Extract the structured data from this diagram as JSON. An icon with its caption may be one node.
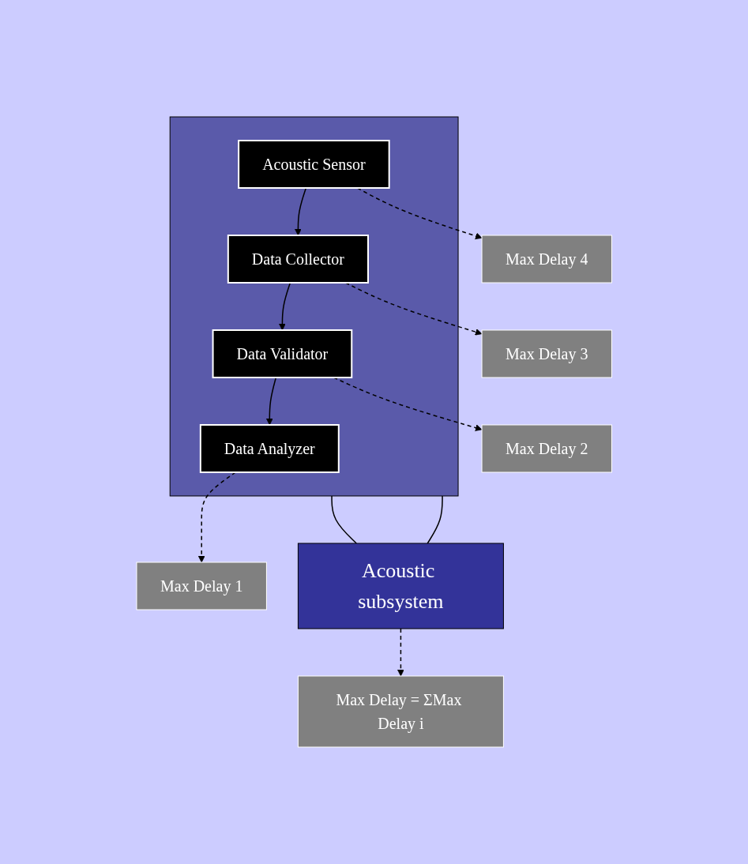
{
  "diagram": {
    "nodes": [
      {
        "text": [],
        "shape": "box"
      },
      {
        "text": [
          "Data Analyzer"
        ],
        "in": 0
      },
      {
        "text": [
          "Acoustic Sensor"
        ],
        "in": 0
      },
      {
        "text": [
          "Data Validator"
        ],
        "in": 0
      },
      {
        "text": [
          "Data Collector"
        ],
        "in": 0
      },
      {
        "text": [
          "Max Delay 1"
        ]
      },
      {
        "text": [
          "Max Delay 2"
        ]
      },
      {
        "text": [
          "Max Delay 3"
        ]
      },
      {
        "text": [
          "Max Delay 4"
        ]
      },
      {
        "text": [
          "Acoustic subsystem"
        ]
      },
      {
        "text": [
          "Max Delay = ΣMax Delay i"
        ]
      }
    ],
    "edges": [
      {
        "from": 2,
        "to": 4,
        "arrow": "to"
      },
      {
        "from": 4,
        "to": 3,
        "arrow": "to"
      },
      {
        "from": 3,
        "to": 1,
        "arrow": "to"
      },
      {
        "from": 1,
        "to": 5,
        "arrow": "to",
        "style": "dashed"
      },
      {
        "from": 3,
        "to": 6,
        "arrow": "to",
        "style": "dashed"
      },
      {
        "from": 4,
        "to": 7,
        "arrow": "to",
        "style": "dashed"
      },
      {
        "from": 2,
        "to": 8,
        "arrow": "to",
        "style": "dashed"
      },
      {
        "from": 0,
        "to": 9,
        "arrow": "none"
      },
      {
        "from": 0,
        "to": 9,
        "arrow": "none"
      },
      {
        "from": 9,
        "to": 10,
        "arrow": "to",
        "style": "dashed"
      }
    ]
  }
}
